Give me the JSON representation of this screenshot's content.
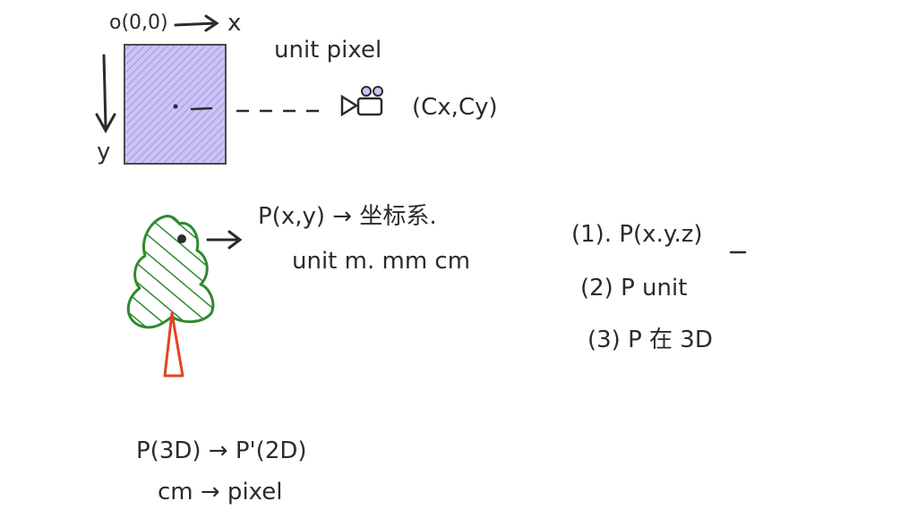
{
  "image_plane": {
    "origin_label": "o(0,0)",
    "x_axis_label": "x",
    "y_axis_label": "y",
    "unit_text": "unit pixel",
    "principal_point": "(Cx,Cy)",
    "fill_color": "#b8a9f0",
    "stroke_color": "#2b2b2b"
  },
  "world": {
    "point_label": "P(x,y) → 坐标系.",
    "unit_text": "unit m. mm cm",
    "tree_color": "#2f8a2f",
    "trunk_color": "#e0451c"
  },
  "notes": {
    "item1": "(1). P(x.y.z)",
    "item2": "(2) P unit",
    "item3": "(3) P 在 3D"
  },
  "projection": {
    "line1": "P(3D) → P'(2D)",
    "line2": "cm → pixel"
  }
}
